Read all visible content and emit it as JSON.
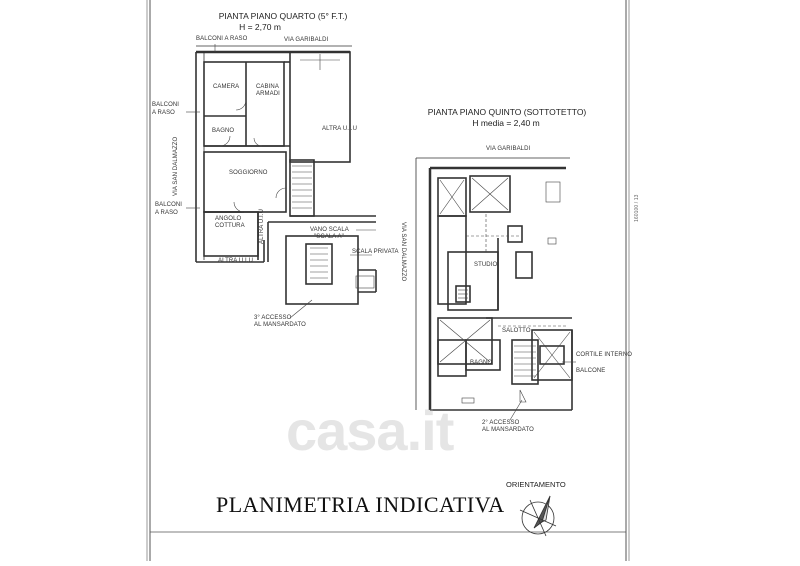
{
  "watermark_text": "casa.it",
  "main_title": "PLANIMETRIA INDICATIVA",
  "orientation": {
    "label": "ORIENTAMENTO"
  },
  "right_margin_text": "160100 / 13",
  "plan_fourth": {
    "title": "PIANTA PIANO QUARTO (5° F.T.)",
    "height": "H = 2,70 m",
    "labels": {
      "balconi_top": "BALCONI A RASO",
      "via_garibaldi": "VIA GARIBALDI",
      "camera": "CAMERA",
      "cabina": "CABINA",
      "armadi": "ARMADI",
      "balconi_left_1": "BALCONI",
      "balconi_left_2": "A RASO",
      "bagno": "BAGNO",
      "altra_uiu_right": "ALTRA U.I.U",
      "via_san_dalmazzo": "VIA SAN DALMAZZO",
      "soggiorno": "SOGGIORNO",
      "balconi_left2_1": "BALCONI",
      "balconi_left2_2": "A RASO",
      "angolo": "ANGOLO",
      "cottura": "COTTURA",
      "altra_uiu_vert": "ALTRA U.I.U",
      "vano_scala_1": "VANO SCALA",
      "vano_scala_2": "\"SCALA A\"",
      "altra_uiu_bottom": "ALTRA U.I.U",
      "scala_privata": "SCALA PRIVATA",
      "accesso_1": "3° ACCESSO",
      "accesso_2": "AL MANSARDATO"
    }
  },
  "plan_fifth": {
    "title": "PIANTA PIANO QUINTO (SOTTOTETTO)",
    "height": "H media = 2,40 m",
    "labels": {
      "via_garibaldi": "VIA GARIBALDI",
      "via_san_dalmazzo": "VIA SAN DALMAZZO",
      "studio": "STUDIO",
      "salotto": "SALOTTO",
      "bagno": "BAGNO",
      "cortile_interno": "CORTILE INTERNO",
      "balcone": "BALCONE",
      "accesso_1": "2° ACCESSO",
      "accesso_2": "AL MANSARDATO"
    }
  }
}
